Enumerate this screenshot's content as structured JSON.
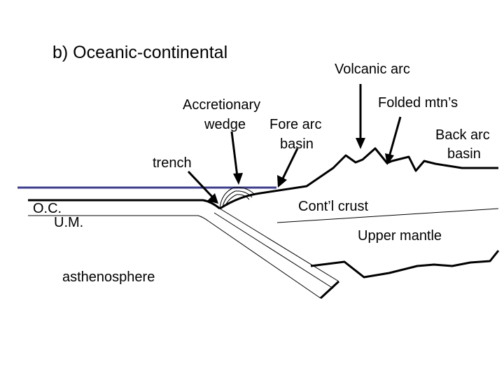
{
  "title": "b) Oceanic-continental",
  "labels": {
    "volcanic_arc": "Volcanic arc",
    "accretionary_line1": "Accretionary",
    "accretionary_line2": "wedge",
    "fore_arc_line1": "Fore arc",
    "fore_arc_line2": "basin",
    "folded_mtns": "Folded mtn’s",
    "back_arc_line1": "Back arc",
    "back_arc_line2": "basin",
    "trench": "trench",
    "oceanic_crust": "O.C.",
    "upper_mantle_abbr": "U.M.",
    "continental_crust": "Cont’l crust",
    "upper_mantle": "Upper mantle",
    "asthenosphere": "asthenosphere"
  },
  "colors": {
    "sea_level": "#3c3c8c",
    "lines": "#000000",
    "background": "#ffffff"
  }
}
